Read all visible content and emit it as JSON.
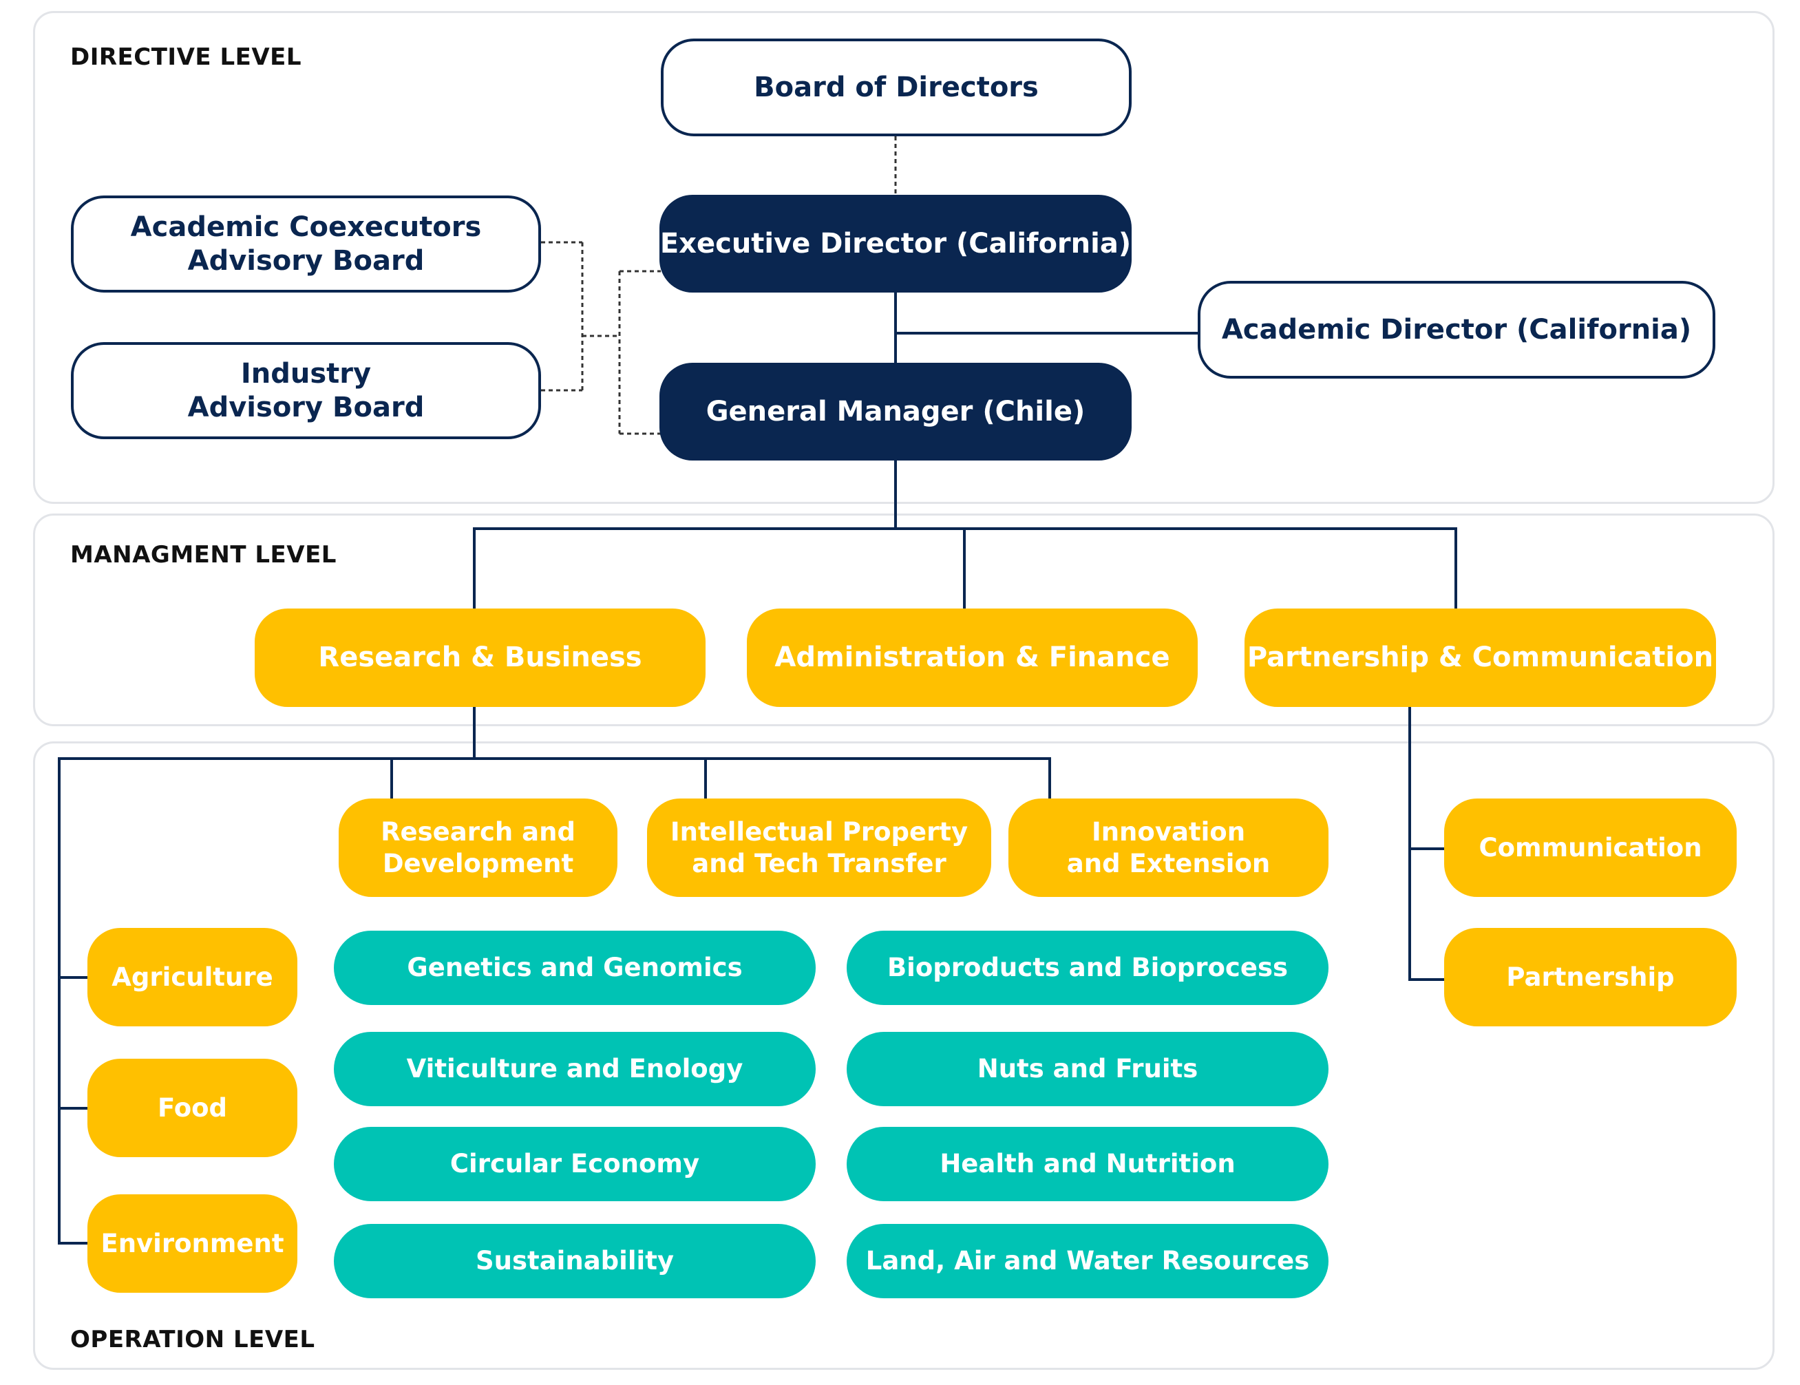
{
  "colors": {
    "navy": "#0a2650",
    "yellow": "#ffc000",
    "teal": "#00c3b4",
    "panel_border": "#e2e4e8"
  },
  "levels": {
    "directive": "DIRECTIVE LEVEL",
    "management": "MANAGMENT LEVEL",
    "operation": "OPERATION LEVEL"
  },
  "directive": {
    "board": "Board of Directors",
    "executive_director": "Executive Director (California)",
    "general_manager": "General Manager (Chile)",
    "academic_director": "Academic Director (California)",
    "academic_advisory": "Academic Coexecutors\nAdvisory Board",
    "industry_advisory": "Industry\nAdvisory Board"
  },
  "management": {
    "research_business": "Research & Business",
    "admin_finance": "Administration & Finance",
    "partnership_communication": "Partnership & Communication"
  },
  "operation": {
    "units": {
      "rd": "Research and\nDevelopment",
      "ip": "Intellectual Property\nand Tech Transfer",
      "innovation": "Innovation\nand Extension"
    },
    "sectors": [
      "Agriculture",
      "Food",
      "Environment"
    ],
    "areas_left": [
      "Genetics and Genomics",
      "Viticulture and Enology",
      "Circular Economy",
      "Sustainability"
    ],
    "areas_right": [
      "Bioproducts and Bioprocess",
      "Nuts and Fruits",
      "Health and Nutrition",
      "Land, Air and Water Resources"
    ],
    "pc_units": [
      "Communication",
      "Partnership"
    ]
  }
}
